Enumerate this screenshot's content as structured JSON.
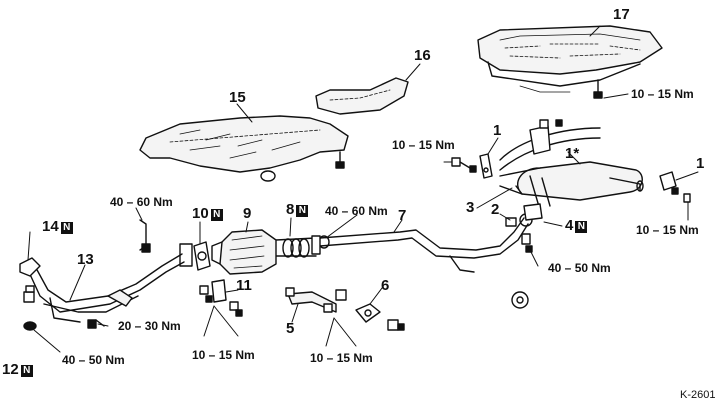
{
  "parts": {
    "p1a": "1",
    "p1b": "1",
    "p1star": "1*",
    "p2": "2",
    "p3": "3",
    "p4": "4",
    "p5": "5",
    "p6": "6",
    "p7": "7",
    "p8": "8",
    "p9": "9",
    "p10": "10",
    "p11": "11",
    "p12": "12",
    "p13": "13",
    "p14": "14",
    "p15": "15",
    "p16": "16",
    "p17": "17"
  },
  "new_part_marker": "N",
  "torques": {
    "t_top_right": "10 – 15 Nm",
    "t_left_clamp": "10 – 15 Nm",
    "t_right_bottom": "10 – 15 Nm",
    "t_40_60_left": "40 – 60 Nm",
    "t_40_60_mid": "40 – 60 Nm",
    "t_40_50_right": "40 – 50 Nm",
    "t_20_30": "20 – 30 Nm",
    "t_40_50_bottom": "40 – 50 Nm",
    "t_10_15_bottom_left": "10 – 15 Nm",
    "t_10_15_bottom_mid": "10 – 15 Nm"
  },
  "figure_code": "K-2601"
}
